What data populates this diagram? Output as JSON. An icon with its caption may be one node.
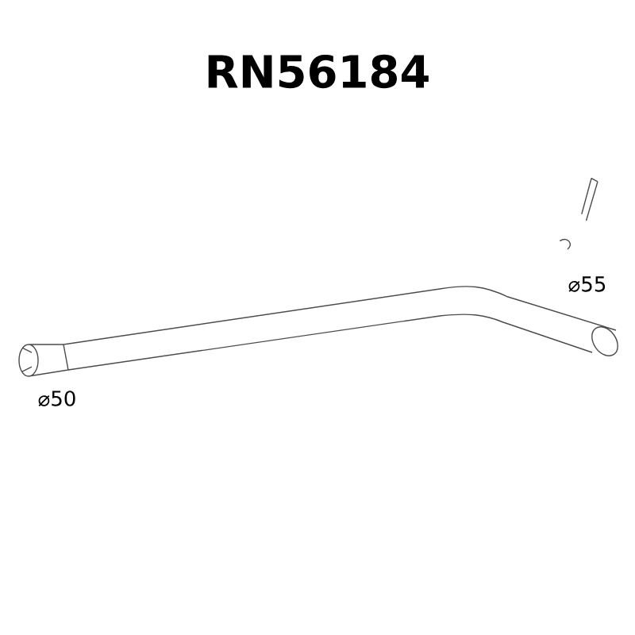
{
  "diagram": {
    "title": "RN56184",
    "labels": [
      "⌀55",
      "⌀50"
    ]
  }
}
